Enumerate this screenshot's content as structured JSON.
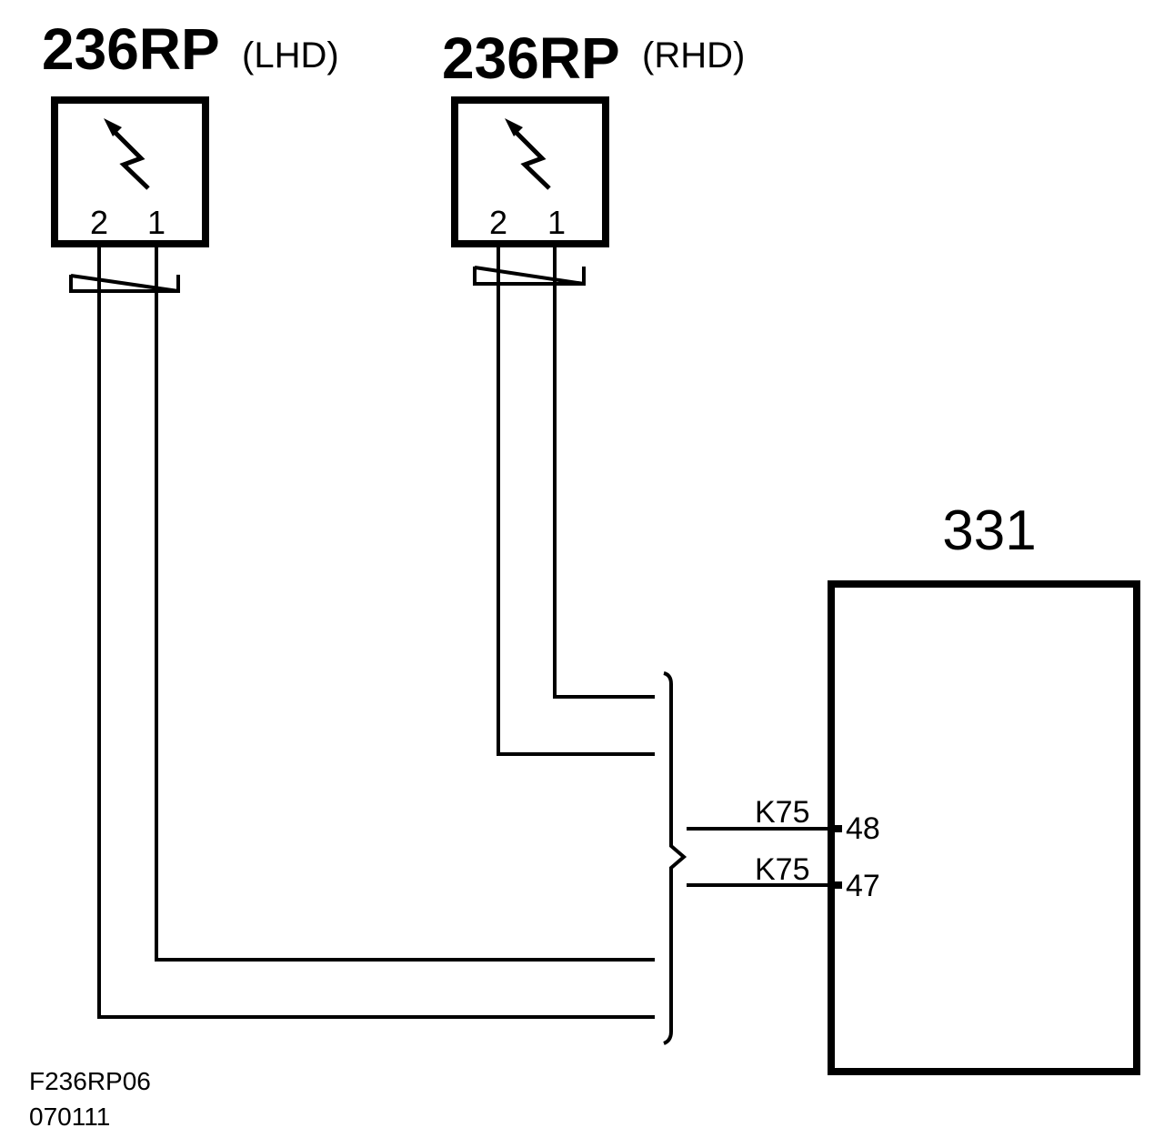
{
  "components": {
    "lhd": {
      "code": "236RP",
      "variant": "(LHD)",
      "pin_left": "2",
      "pin_right": "1"
    },
    "rhd": {
      "code": "236RP",
      "variant": "(RHD)",
      "pin_left": "2",
      "pin_right": "1"
    },
    "ecu": {
      "code": "331"
    }
  },
  "connections": [
    {
      "wire": "K75",
      "pin": "48"
    },
    {
      "wire": "K75",
      "pin": "47"
    }
  ],
  "footer": {
    "figure_id": "F236RP06",
    "date_code": "070111"
  }
}
